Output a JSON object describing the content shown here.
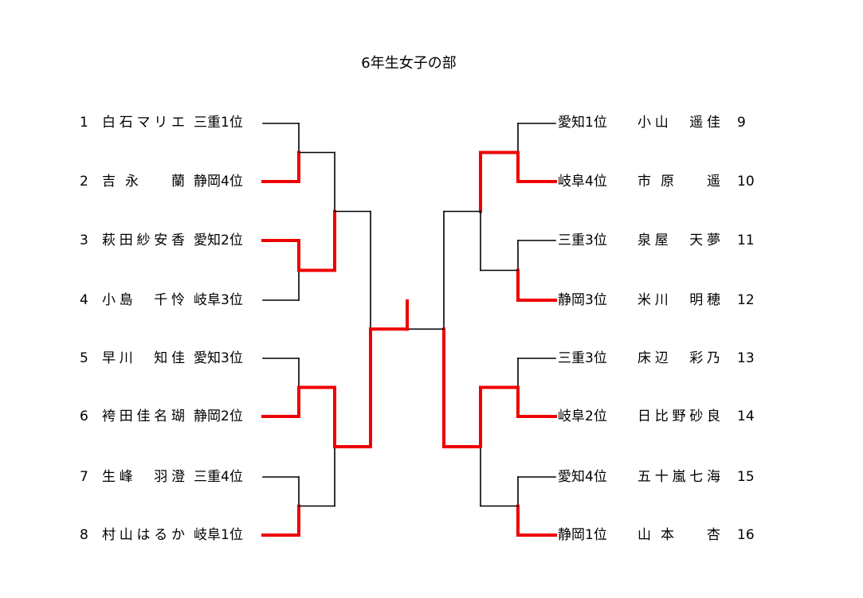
{
  "title": "6年生女子の部",
  "colors": {
    "winner_line": "#ee0000",
    "line": "#000000",
    "text": "#000000"
  },
  "left_entries": [
    {
      "seed": "1",
      "name": "白石マリエ",
      "pref": "三重1位"
    },
    {
      "seed": "2",
      "name": "吉永　蘭",
      "pref": "静岡4位"
    },
    {
      "seed": "3",
      "name": "萩田紗安香",
      "pref": "愛知2位"
    },
    {
      "seed": "4",
      "name": "小島　千怜",
      "pref": "岐阜3位"
    },
    {
      "seed": "5",
      "name": "早川　知佳",
      "pref": "愛知3位"
    },
    {
      "seed": "6",
      "name": "袴田佳名瑚",
      "pref": "静岡2位"
    },
    {
      "seed": "7",
      "name": "生峰　羽澄",
      "pref": "三重4位"
    },
    {
      "seed": "8",
      "name": "村山はるか",
      "pref": "岐阜1位"
    }
  ],
  "right_entries": [
    {
      "seed": "9",
      "name": "小山　遥佳",
      "pref": "愛知1位"
    },
    {
      "seed": "10",
      "name": "市原　遥",
      "pref": "岐阜4位"
    },
    {
      "seed": "11",
      "name": "泉屋　天夢",
      "pref": "三重3位"
    },
    {
      "seed": "12",
      "name": "米川　明穂",
      "pref": "静岡3位"
    },
    {
      "seed": "13",
      "name": "床辺　彩乃",
      "pref": "三重3位"
    },
    {
      "seed": "14",
      "name": "日比野砂良",
      "pref": "岐阜2位"
    },
    {
      "seed": "15",
      "name": "五十嵐七海",
      "pref": "愛知4位"
    },
    {
      "seed": "16",
      "name": "山本　杏",
      "pref": "静岡1位"
    }
  ],
  "results": {
    "left_r1": [
      2,
      3,
      6,
      8
    ],
    "left_r2": [
      3,
      6
    ],
    "left_r3": 6,
    "right_r1": [
      10,
      12,
      14,
      16
    ],
    "right_r2": [
      10,
      14
    ],
    "right_r3": 14,
    "champion": 6
  }
}
